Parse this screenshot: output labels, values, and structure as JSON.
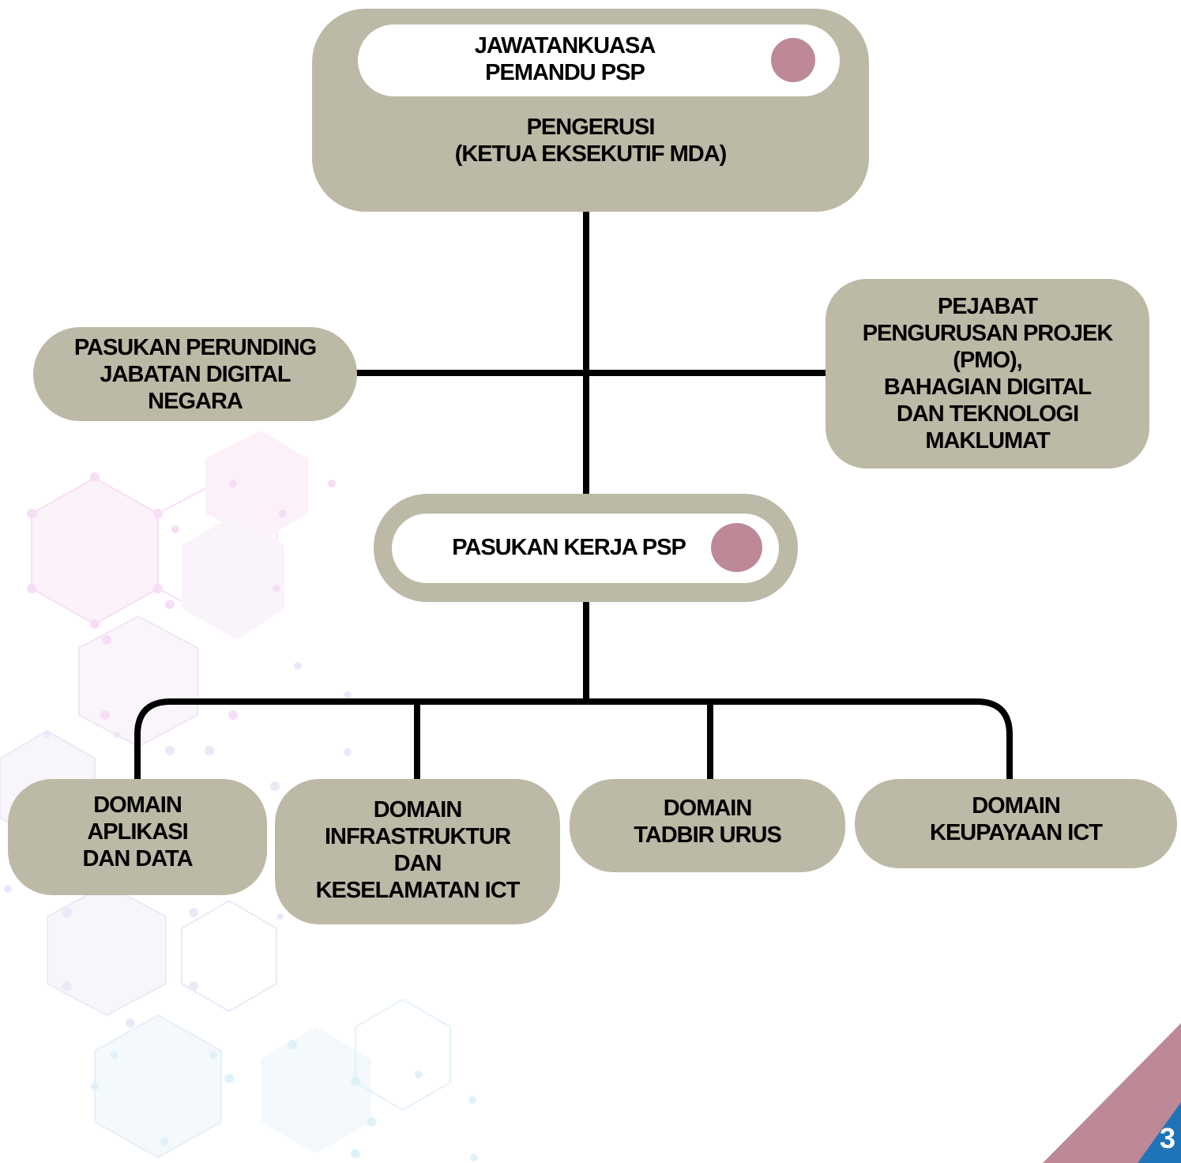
{
  "steering_committee": {
    "title": "JAWATANKUASA\nPEMANDU PSP",
    "chair": "PENGERUSI\n(KETUA EKSEKUTIF MDA)"
  },
  "negotiation_team": {
    "label": "PASUKAN PERUNDING\nJABATAN DIGITAL\nNEGARA"
  },
  "pmo": {
    "label": "PEJABAT\nPENGURUSAN PROJEK\n(PMO),\nBAHAGIAN DIGITAL\nDAN TEKNOLOGI\nMAKLUMAT"
  },
  "working_team": {
    "label": "PASUKAN KERJA PSP"
  },
  "domains": [
    {
      "label": "DOMAIN\nAPLIKASI\nDAN DATA"
    },
    {
      "label": "DOMAIN\nINFRASTRUKTUR\nDAN\nKESELAMATAN ICT"
    },
    {
      "label": "DOMAIN\nTADBIR  URUS"
    },
    {
      "label": "DOMAIN\nKEUPAYAAN ICT"
    }
  ],
  "page_number": "3",
  "colors": {
    "box": "#bcb9a6",
    "accent_dot": "#bd8996",
    "connector": "#000000",
    "corner_mauve": "#bd8996",
    "corner_blue": "#1f74b8"
  }
}
